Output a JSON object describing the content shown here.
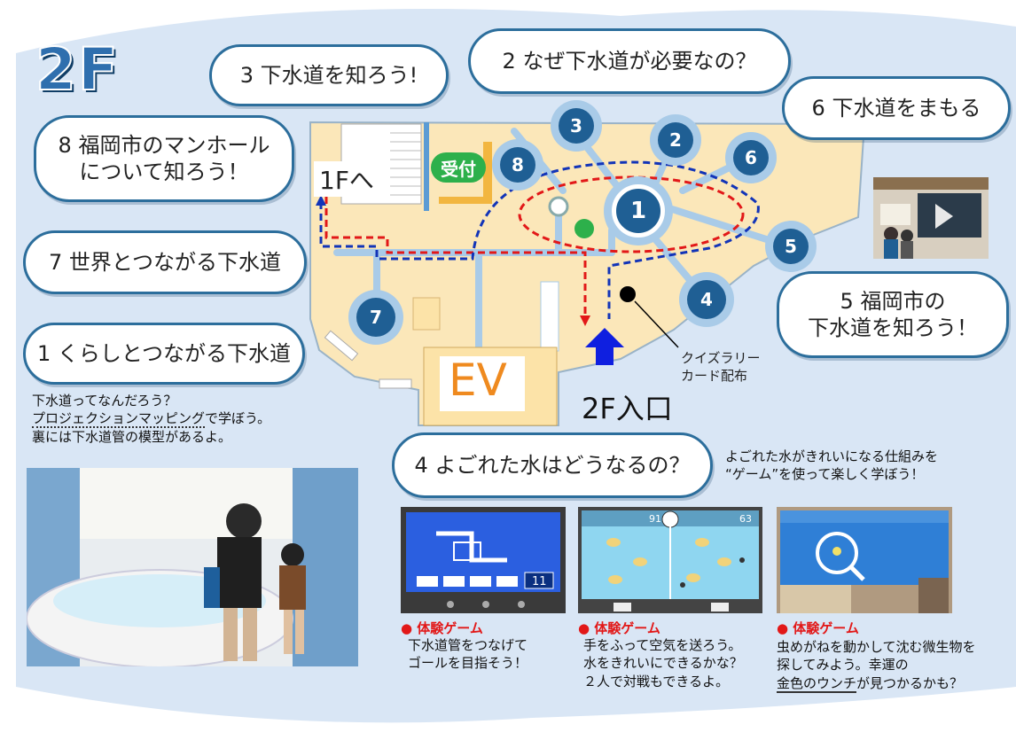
{
  "floor": "2F",
  "bubbles": {
    "b3": "3 下水道を知ろう!",
    "b2": "2 なぜ下水道が必要なの？",
    "b6": "6 下水道をまもる",
    "b8_line1": "8 福岡市のマンホール",
    "b8_line2": "について知ろう！",
    "b7": "7 世界とつながる下水道",
    "b1": "1 くらしとつながる下水道",
    "b5_line1": "5 福岡市の",
    "b5_line2": "下水道を知ろう！",
    "b4": "4 よごれた水はどうなるの？"
  },
  "map": {
    "to_1f": "1Fへ",
    "reception": "受付",
    "ev": "EV",
    "entrance": "2F入口",
    "quiz_line1": "クイズラリー",
    "quiz_line2": "カード配布",
    "stations": [
      "1",
      "2",
      "3",
      "4",
      "5",
      "6",
      "7",
      "8"
    ]
  },
  "notes": {
    "left_line1": "下水道ってなんだろう？",
    "left_line2_a": "プロジェクションマッピング",
    "left_line2_b": "で学ぼう。",
    "left_line3": "裏には下水道管の模型があるよ。",
    "right_line1": "よごれた水がきれいになる仕組みを",
    "right_line2": "“ゲーム”を使って楽しく学ぼう！"
  },
  "games": [
    {
      "title": "● 体験ゲーム",
      "lines": [
        "下水道管をつなげて",
        "ゴールを目指そう！"
      ]
    },
    {
      "title": "● 体験ゲーム",
      "lines": [
        "手をふって空気を送ろう。",
        "水をきれいにできるかな？",
        "２人で対戦もできるよ。"
      ]
    },
    {
      "title": "● 体験ゲーム",
      "line1": "虫めがねを動かして沈む微生物を",
      "line2": "探してみよう。幸運の",
      "line3_u": "金色のウンチ",
      "line3_b": "が見つかるかも？"
    }
  ],
  "screens": {
    "g1_counter": "11",
    "g2_score_left": "91",
    "g2_score_right": "63"
  },
  "colors": {
    "brand_blue": "#2c6e9c",
    "station_blue": "#1f5f94",
    "floor_bg": "#fbe7b9",
    "page_bg": "#d9e6f5",
    "red": "#e21818",
    "green": "#2db04b"
  }
}
